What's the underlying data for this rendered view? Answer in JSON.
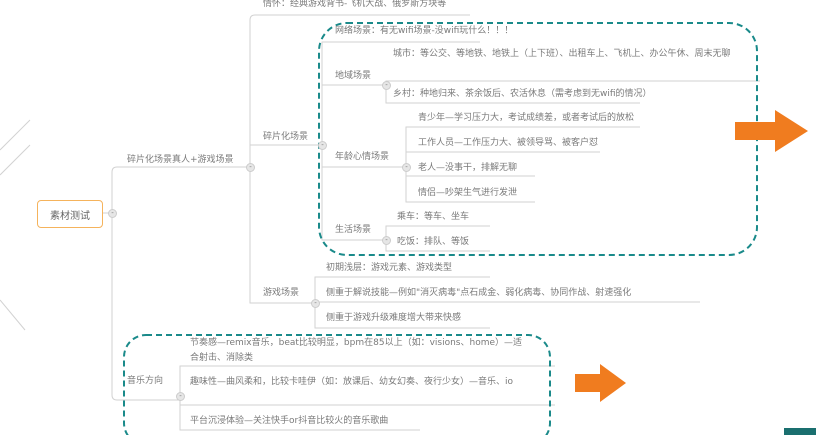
{
  "root": {
    "label": "素材测试"
  },
  "nostalgia": "情怀：经典游戏背书-飞机大战、俄罗斯方块等",
  "fragment_branch": {
    "label": "碎片化场景真人+游戏场景",
    "fragment": {
      "label": "碎片化场景",
      "network": "网络场景：有无wifi场景-没wifi玩什么！！！",
      "region": {
        "label": "地域场景",
        "city": "城市：等公交、等地铁、地铁上（上下班）、出租车上、飞机上、办公午休、周末无聊",
        "village": "乡村：种地归来、茶余饭后、农活休息（需考虑到无wifi的情况）"
      },
      "age": {
        "label": "年龄心情场景",
        "items": [
          "青少年—学习压力大，考试成绩差，或者考试后的放松",
          "工作人员—工作压力大、被领导骂、被客户怼",
          "老人—没事干，排解无聊",
          "情侣—吵架生气进行发泄"
        ]
      },
      "life": {
        "label": "生活场景",
        "items": [
          "乘车：等车、坐车",
          "吃饭：排队、等饭"
        ]
      }
    },
    "game": {
      "label": "游戏场景",
      "items": [
        "初期浅层：游戏元素、游戏类型",
        "侧重于解说技能—例如\"消灭病毒\"点石成金、弱化病毒、协同作战、射速强化",
        "侧重于游戏升级难度增大带来快感"
      ]
    }
  },
  "music": {
    "label": "音乐方向",
    "items": [
      "节奏感—remix音乐，beat比较明显，bpm在85以上（如：visions、home）—适合射击、消除类",
      "趣味性—曲风柔和，比较卡哇伊（如：放课后、幼女幻奏、夜行少女）—音乐、io",
      "平台沉浸体验—关注快手or抖音比较火的音乐歌曲"
    ]
  },
  "colors": {
    "highlight_dash": "#1a8a8a",
    "arrow": "#f07c1f",
    "root_border": "#f5b35c",
    "line": "#cfcfcf"
  }
}
